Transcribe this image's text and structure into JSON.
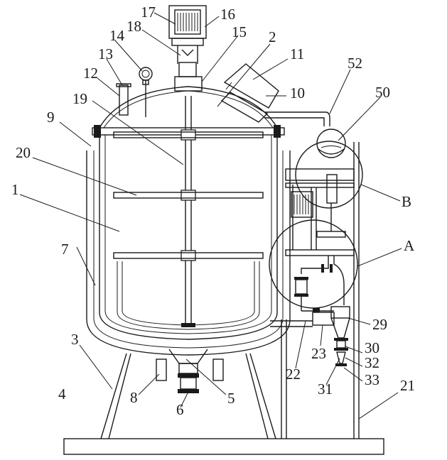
{
  "labels": {
    "l1": "1",
    "l2": "2",
    "l3": "3",
    "l4": "4",
    "l5": "5",
    "l6": "6",
    "l7": "7",
    "l8": "8",
    "l9": "9",
    "l10": "10",
    "l11": "11",
    "l12": "12",
    "l13": "13",
    "l14": "14",
    "l15": "15",
    "l16": "16",
    "l17": "17",
    "l18": "18",
    "l19": "19",
    "l20": "20",
    "l21": "21",
    "l22": "22",
    "l23": "23",
    "l29": "29",
    "l30": "30",
    "l31": "31",
    "l32": "32",
    "l33": "33",
    "l50": "50",
    "l52": "52",
    "lA": "A",
    "lB": "B"
  }
}
